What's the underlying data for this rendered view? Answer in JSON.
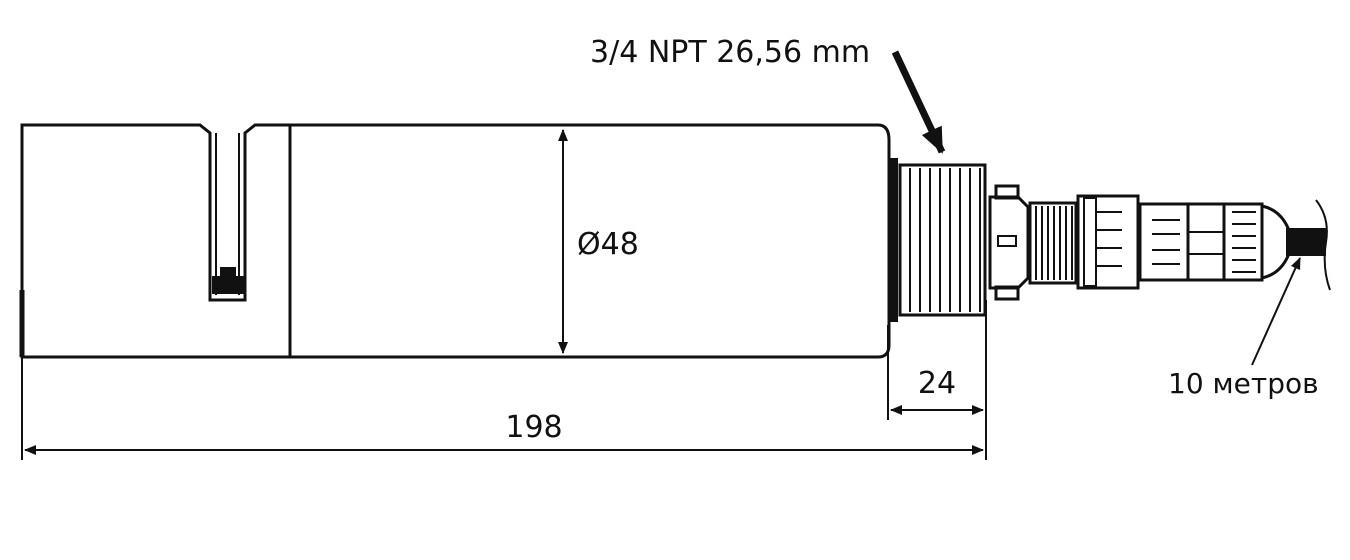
{
  "labels": {
    "thread": "3/4 NPT 26,56 mm",
    "diameter": "Ø48",
    "fitting_length": "24",
    "total_length": "198",
    "cable": "10 метров"
  },
  "colors": {
    "ink": "#111111",
    "background": "#ffffff"
  }
}
